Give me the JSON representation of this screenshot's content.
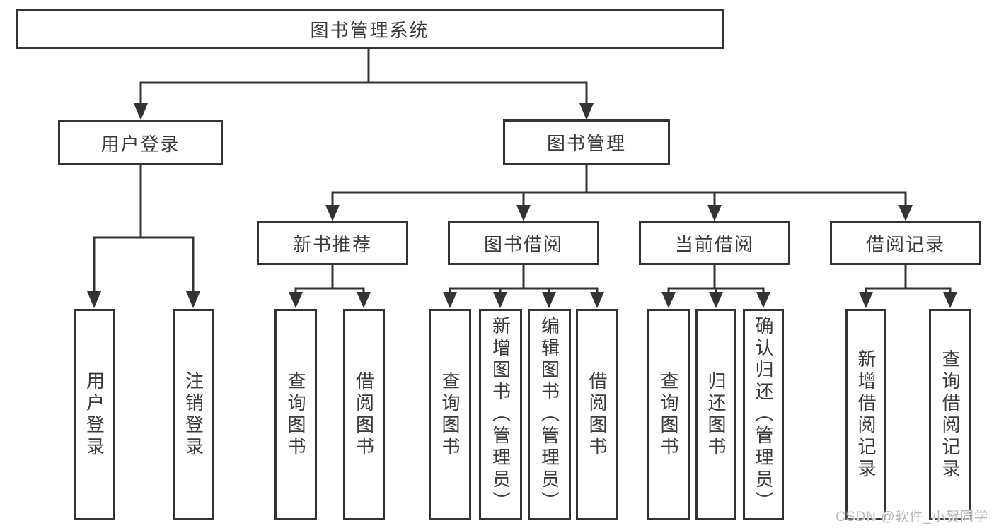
{
  "diagram": {
    "root": {
      "label": "图书管理系统"
    },
    "level2": [
      {
        "label": "用户登录",
        "parent": "图书管理系统"
      },
      {
        "label": "图书管理",
        "parent": "图书管理系统"
      }
    ],
    "level3": [
      {
        "label": "新书推荐",
        "parent": "图书管理"
      },
      {
        "label": "图书借阅",
        "parent": "图书管理"
      },
      {
        "label": "当前借阅",
        "parent": "图书管理"
      },
      {
        "label": "借阅记录",
        "parent": "图书管理"
      }
    ],
    "leaves": [
      {
        "label": "用户登录",
        "parent": "用户登录"
      },
      {
        "label": "注销登录",
        "parent": "用户登录"
      },
      {
        "label": "查询图书",
        "parent": "新书推荐"
      },
      {
        "label": "借阅图书",
        "parent": "新书推荐"
      },
      {
        "label": "查询图书",
        "parent": "图书借阅"
      },
      {
        "label": "新增图书（管理员）",
        "parent": "图书借阅"
      },
      {
        "label": "编辑图书（管理员）",
        "parent": "图书借阅"
      },
      {
        "label": "借阅图书",
        "parent": "图书借阅"
      },
      {
        "label": "查询图书",
        "parent": "当前借阅"
      },
      {
        "label": "归还图书",
        "parent": "当前借阅"
      },
      {
        "label": "确认归还（管理员）",
        "parent": "当前借阅"
      },
      {
        "label": "新增借阅记录",
        "parent": "借阅记录"
      },
      {
        "label": "查询借阅记录",
        "parent": "借阅记录"
      }
    ]
  },
  "watermark": {
    "text": "CSDN @软件_小贺同学"
  },
  "colors": {
    "line": "#333333",
    "text": "#3a3a3a",
    "background": "#ffffff",
    "watermark": "#b9b9b9"
  }
}
